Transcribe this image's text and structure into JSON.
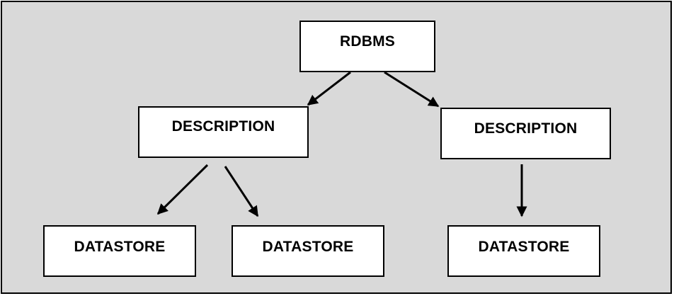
{
  "colors": {
    "background": "#d9d9d9",
    "box_fill": "#ffffff",
    "stroke": "#000000"
  },
  "nodes": {
    "root": {
      "label": "RDBMS"
    },
    "description_left": {
      "label": "DESCRIPTION"
    },
    "description_right": {
      "label": "DESCRIPTION"
    },
    "datastore_1": {
      "label": "DATASTORE"
    },
    "datastore_2": {
      "label": "DATASTORE"
    },
    "datastore_3": {
      "label": "DATASTORE"
    }
  },
  "edges": [
    {
      "from": "root",
      "to": "description_left"
    },
    {
      "from": "root",
      "to": "description_right"
    },
    {
      "from": "description_left",
      "to": "datastore_1"
    },
    {
      "from": "description_left",
      "to": "datastore_2"
    },
    {
      "from": "description_right",
      "to": "datastore_3"
    }
  ]
}
